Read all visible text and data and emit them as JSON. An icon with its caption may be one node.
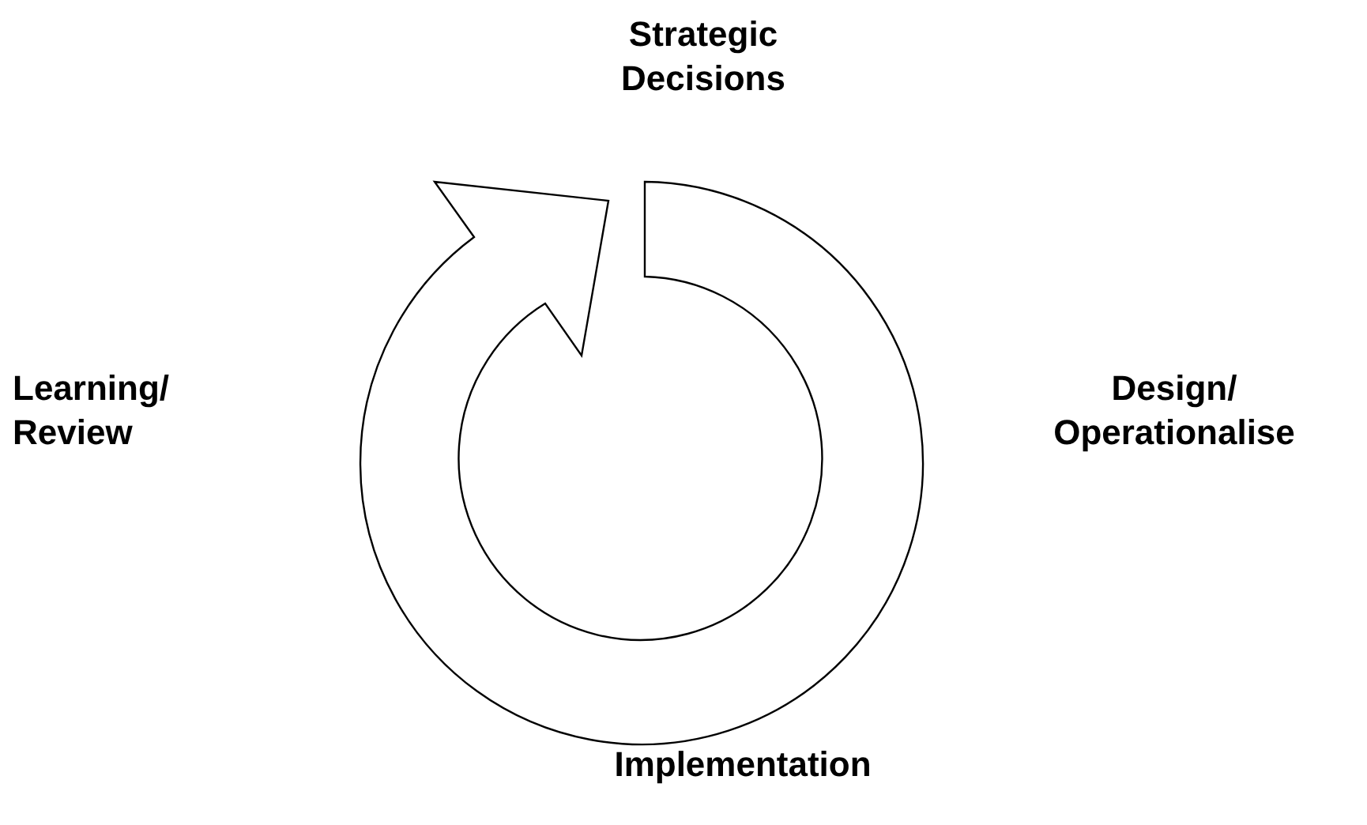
{
  "diagram": {
    "labels": [
      "Strategic Decisions",
      "Design/ Operationalise",
      "Implementation",
      "Learning/ Review"
    ]
  }
}
